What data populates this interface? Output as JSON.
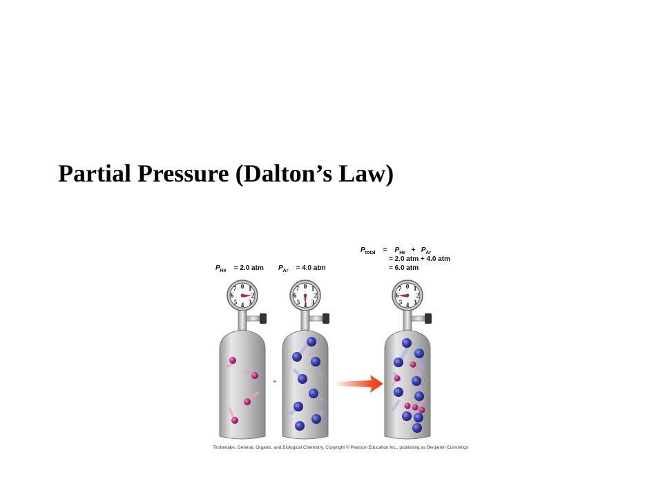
{
  "title": "Partial Pressure (Dalton’s Law)",
  "labels": {
    "p_symbol": "P",
    "he_sub": "He",
    "ar_sub": "Ar",
    "total_sub": "total",
    "he_value": "= 2.0 atm",
    "ar_value": "= 4.0 atm",
    "eq_line1_eq": "=",
    "eq_line1_plus": "+",
    "eq_line2": "= 2.0 atm  +  4.0 atm",
    "eq_line3": "= 6.0 atm"
  },
  "gauge_numbers": [
    "0",
    "1",
    "2",
    "3",
    "4",
    "5",
    "6",
    "7"
  ],
  "plus_between_tanks": "+",
  "credit": "Timberlake, General, Organic, and Biological Chemistry.  Copyright © Pearson Education Inc., publishing as Benjamin Cummings",
  "colors": {
    "helium": "#c0307f",
    "argon": "#3a3fb0",
    "arrow": "#f0522a",
    "needle": "#e0201a"
  }
}
